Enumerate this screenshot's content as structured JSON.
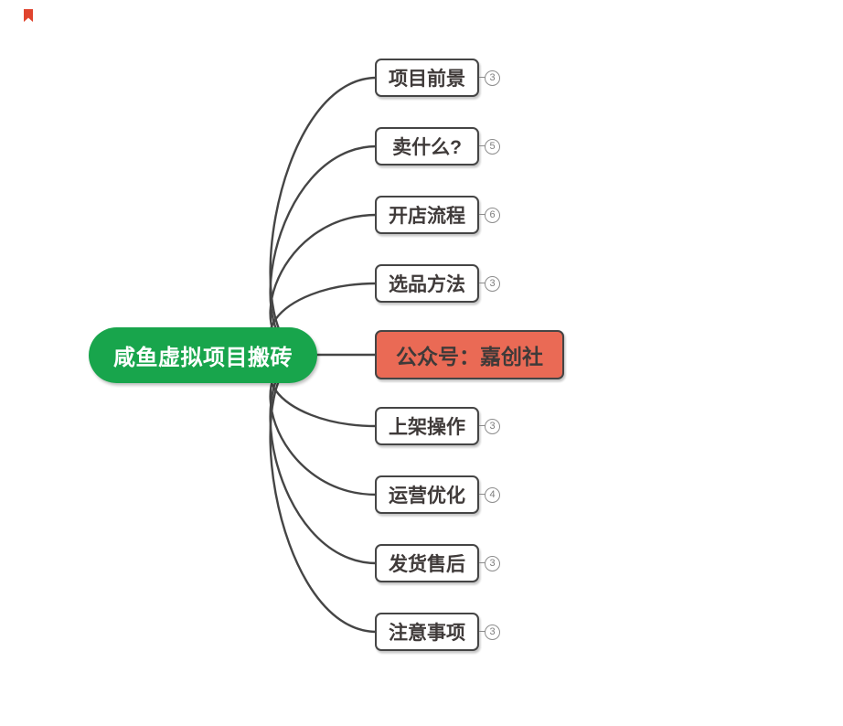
{
  "colors": {
    "background": "#ffffff",
    "line": "#454545",
    "node-border": "#454545",
    "node-fill": "#ffffff",
    "node-text": "#3f3a39",
    "root-fill": "#18a54c",
    "root-text": "#ffffff",
    "highlight-fill": "#ea6a55",
    "badge-border": "#8c8c8c",
    "badge-text": "#7d7d7d",
    "logo-red": "#e0442e"
  },
  "root": {
    "label": "咸鱼虚拟项目搬砖"
  },
  "children": [
    {
      "label": "项目前景",
      "badge": "3",
      "highlight": false
    },
    {
      "label": "卖什么?",
      "badge": "5",
      "highlight": false
    },
    {
      "label": "开店流程",
      "badge": "6",
      "highlight": false
    },
    {
      "label": "选品方法",
      "badge": "3",
      "highlight": false
    },
    {
      "label": "公众号：嘉创社",
      "badge": null,
      "highlight": true
    },
    {
      "label": "上架操作",
      "badge": "3",
      "highlight": false
    },
    {
      "label": "运营优化",
      "badge": "4",
      "highlight": false
    },
    {
      "label": "发货售后",
      "badge": "3",
      "highlight": false
    },
    {
      "label": "注意事项",
      "badge": "3",
      "highlight": false
    }
  ]
}
